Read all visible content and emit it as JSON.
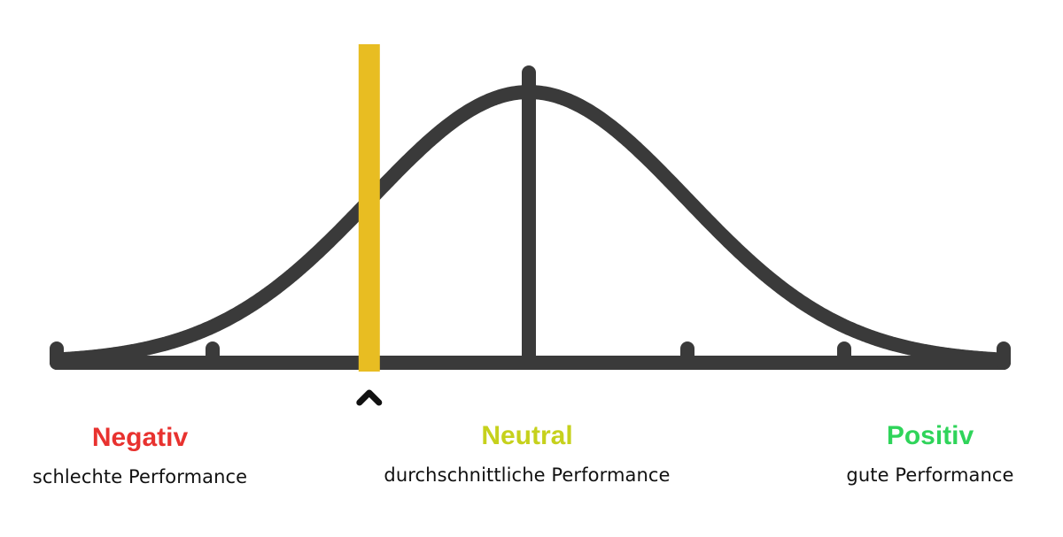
{
  "colors": {
    "curve": "#3a3a3a",
    "marker": "#e8bd22",
    "pointer": "#111111",
    "negative": "#e8322f",
    "neutral": "#c6d11c",
    "positive": "#2fd45a"
  },
  "marker_position": 0.33,
  "categories": {
    "negative": {
      "title": "Negativ",
      "description": "schlechte Performance"
    },
    "neutral": {
      "title": "Neutral",
      "description": "durchschnittliche Performance"
    },
    "positive": {
      "title": "Positiv",
      "description": "gute Performance"
    }
  }
}
